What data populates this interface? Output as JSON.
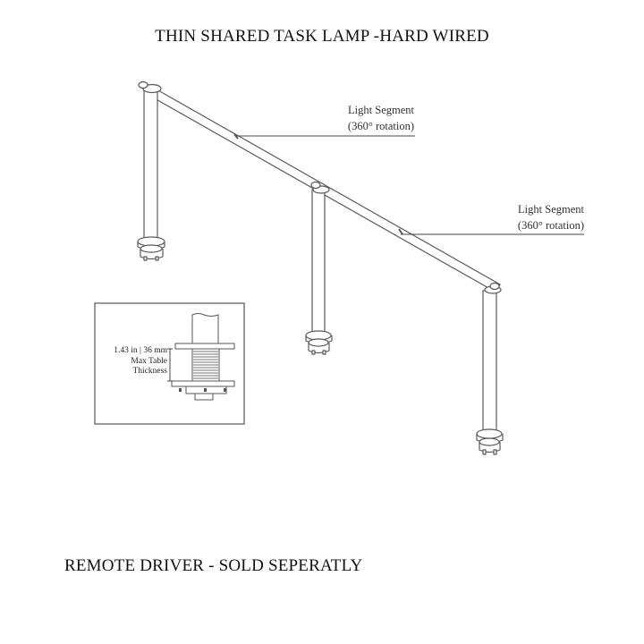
{
  "title": "THIN SHARED TASK LAMP -HARD WIRED",
  "footer": "REMOTE DRIVER - SOLD SEPERATLY",
  "callouts": [
    {
      "line1": "Light Segment",
      "line2": "(360° rotation)"
    },
    {
      "line1": "Light Segment",
      "line2": "(360° rotation)"
    }
  ],
  "inset": {
    "measure": "1.43 in | 36 mm",
    "line2": "Max Table",
    "line3": "Thickness"
  },
  "colors": {
    "stroke": "#555555",
    "text": "#111111",
    "fill": "#ffffff"
  }
}
